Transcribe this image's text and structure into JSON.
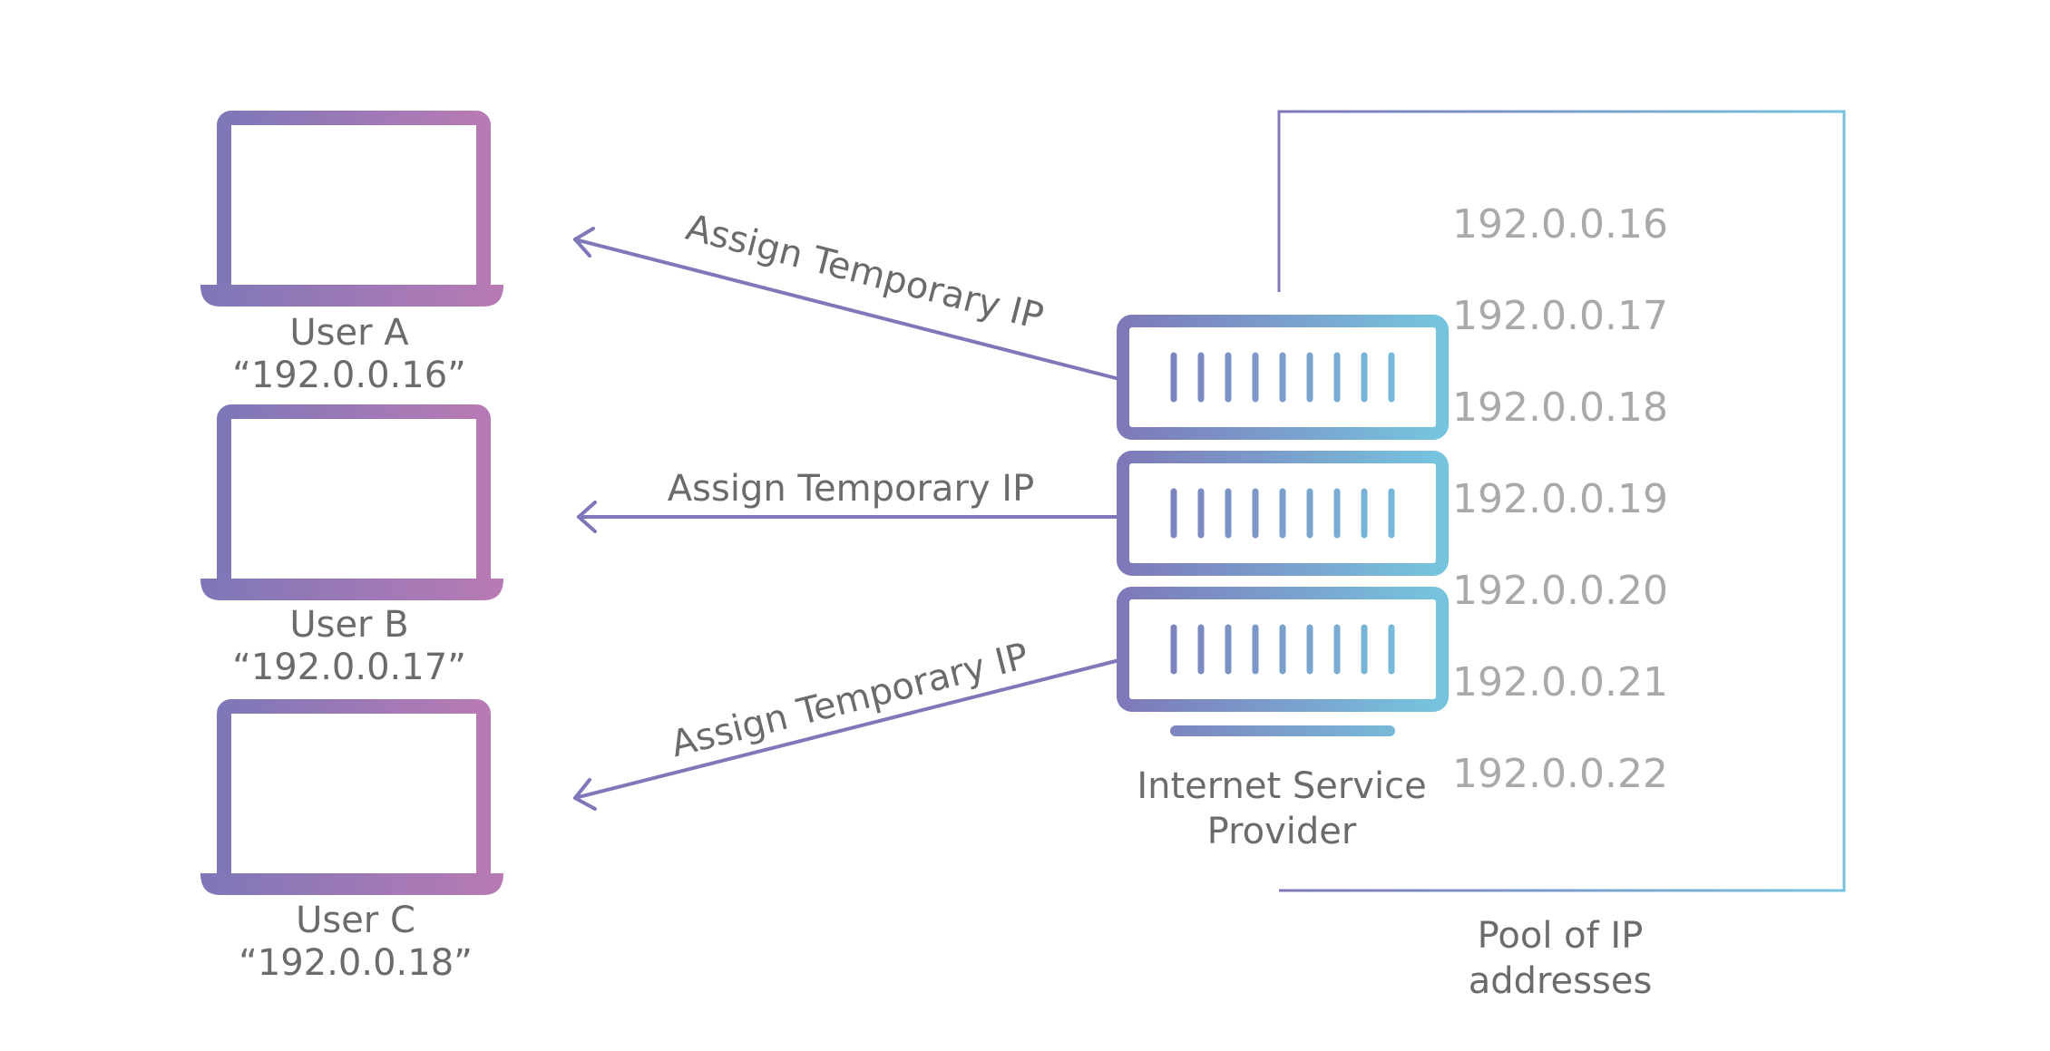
{
  "users": [
    {
      "name": "User A",
      "ip": "“192.0.0.16”"
    },
    {
      "name": "User B",
      "ip": "“192.0.0.17”"
    },
    {
      "name": "User C",
      "ip": "“192.0.0.18”"
    }
  ],
  "arrows": [
    {
      "label": "Assign Temporary IP"
    },
    {
      "label": "Assign Temporary IP"
    },
    {
      "label": "Assign Temporary IP"
    }
  ],
  "isp": {
    "line1": "Internet Service",
    "line2": "Provider"
  },
  "pool": {
    "addresses": [
      "192.0.0.16",
      "192.0.0.17",
      "192.0.0.18",
      "192.0.0.19",
      "192.0.0.20",
      "192.0.0.21",
      "192.0.0.22"
    ],
    "caption_line1": "Pool of IP",
    "caption_line2": "addresses"
  },
  "colors": {
    "purple": "#7e77b8",
    "pink": "#b87ab4",
    "cyan": "#76c3de",
    "label_gray": "#6b6b6b",
    "ip_gray": "#a9a9a9"
  }
}
